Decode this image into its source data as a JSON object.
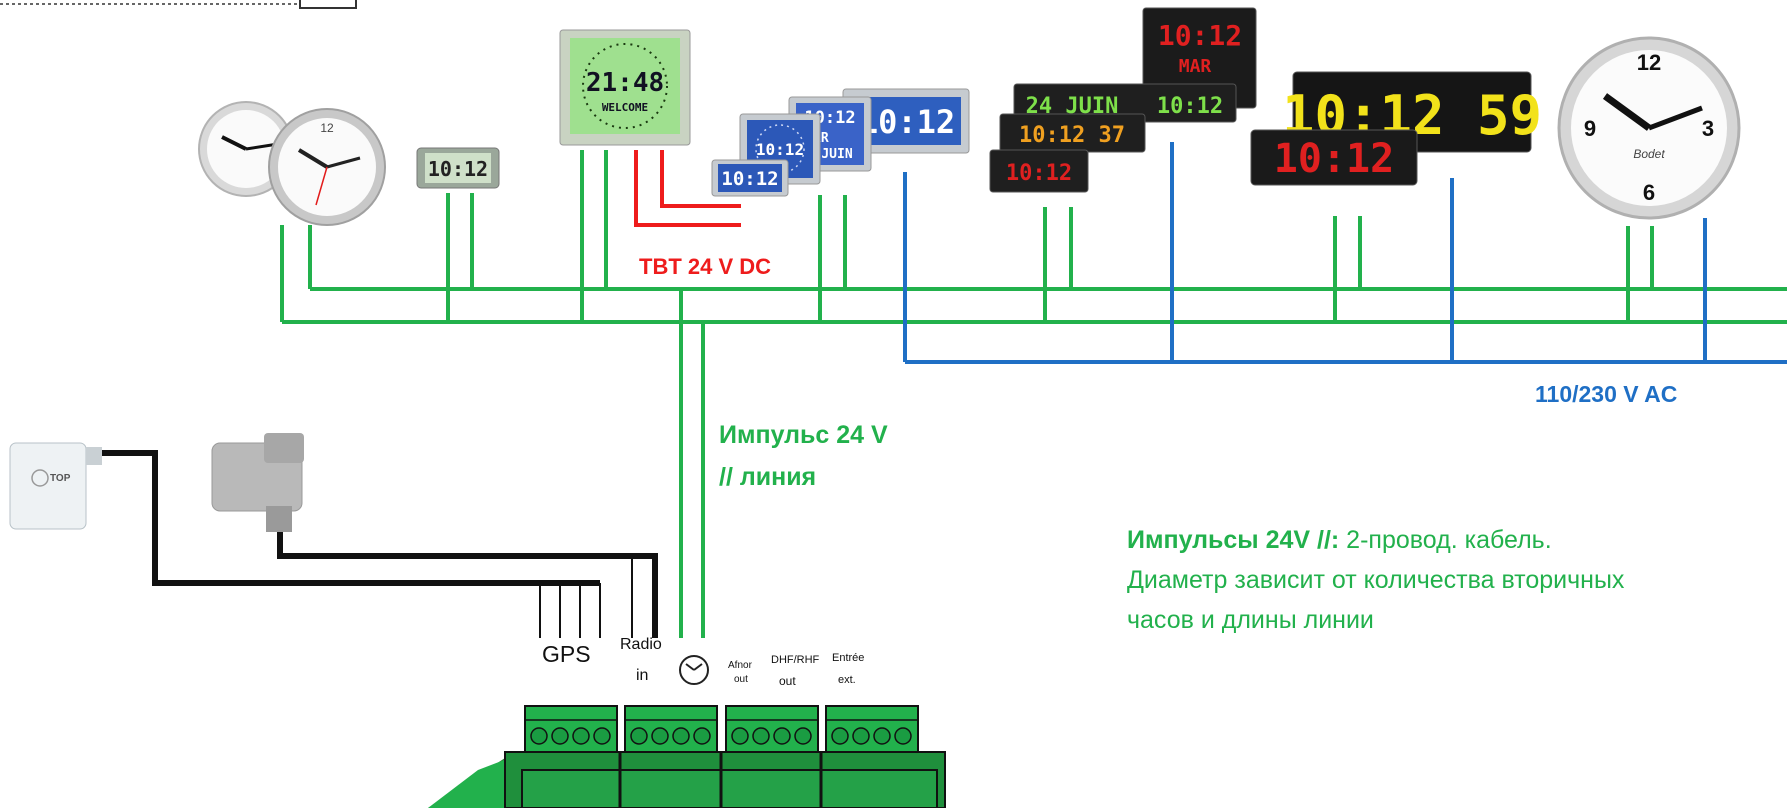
{
  "labels": {
    "tbt": "TBT 24 V DC",
    "ac": "110/230 V AC",
    "impulse_line1": "Импульс 24 V",
    "impulse_line2": "// линия",
    "note_bold": "Импульсы 24V //:",
    "note_rest": " 2-провод. кабель.",
    "note_line2": "Диаметр зависит от количества вторичных",
    "note_line3": "часов и длины линии"
  },
  "terminal": {
    "gps": "GPS",
    "radio_line1": "Radio",
    "radio_line2": "in",
    "afnor_line1": "Afnor",
    "afnor_line2": "out",
    "dhf_line1": "DHF/RHF",
    "dhf_line2": "out",
    "entree_line1": "Entrée",
    "entree_line2": "ext."
  },
  "clocks": {
    "lcd_small": "10:12",
    "lcd_big": "21:48",
    "lcd_welcome": "WELCOME",
    "blue_small": "10:12",
    "blue_mid": "10:12",
    "blue_mid_day": "MAR",
    "blue_mid_month": "JUIN",
    "blue_big": "10:12",
    "red_top": "10:12",
    "red_top_day": "MAR",
    "green_strip": "24 JUIN",
    "green_strip_time": "10:12",
    "orange_strip": "10:12 37",
    "red_small": "10:12",
    "yellow_big": "10:12 59",
    "red_big": "10:12",
    "brand": "Bodet",
    "gps_box": "TOP"
  },
  "colors": {
    "green": "#22b14c",
    "blue": "#1f6fc5",
    "red": "#ee1c1c",
    "black": "#111111"
  }
}
